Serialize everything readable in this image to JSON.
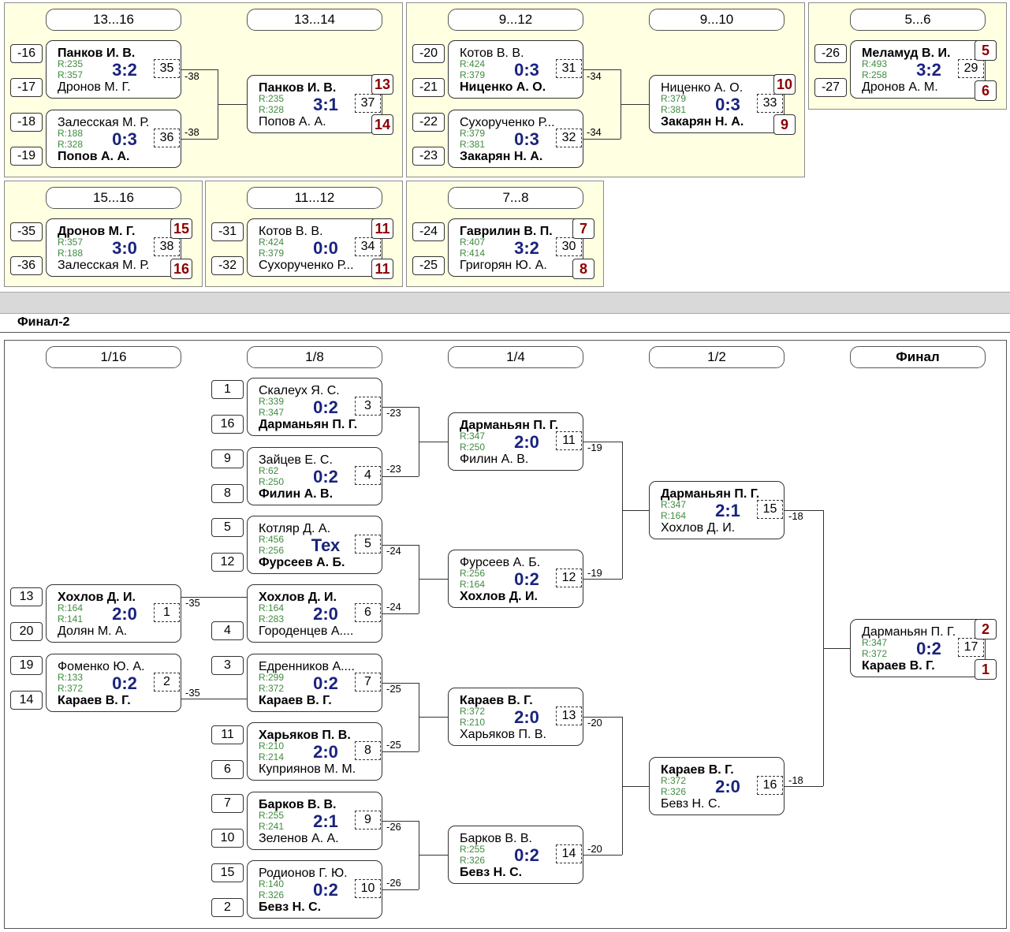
{
  "section_title": "Финал-2",
  "pills": [
    "13...16",
    "13...14",
    "9...12",
    "9...10",
    "5...6",
    "15...16",
    "11...12",
    "7...8",
    "1/16",
    "1/8",
    "1/4",
    "1/2",
    "Финал"
  ],
  "matches": [
    {
      "p1": "Панков И. В.",
      "p1b": true,
      "r1": "R:235",
      "p2": "Дронов М. Г.",
      "p2b": false,
      "r2": "R:357",
      "score": "3:2",
      "num": "35"
    },
    {
      "p1": "Залесская М. Р.",
      "p1b": false,
      "r1": "R:188",
      "p2": "Попов А. А.",
      "p2b": true,
      "r2": "R:328",
      "score": "0:3",
      "num": "36"
    },
    {
      "p1": "Панков И. В.",
      "p1b": true,
      "r1": "R:235",
      "p2": "Попов А. А.",
      "p2b": false,
      "r2": "R:328",
      "score": "3:1",
      "num": "37"
    },
    {
      "p1": "Котов В. В.",
      "p1b": false,
      "r1": "R:424",
      "p2": "Ниценко А. О.",
      "p2b": true,
      "r2": "R:379",
      "score": "0:3",
      "num": "31"
    },
    {
      "p1": "Сухорученко Р...",
      "p1b": false,
      "r1": "R:379",
      "p2": "Закарян Н. А.",
      "p2b": true,
      "r2": "R:381",
      "score": "0:3",
      "num": "32"
    },
    {
      "p1": "Ниценко А. О.",
      "p1b": false,
      "r1": "R:379",
      "p2": "Закарян Н. А.",
      "p2b": true,
      "r2": "R:381",
      "score": "0:3",
      "num": "33"
    },
    {
      "p1": "Меламуд В. И.",
      "p1b": true,
      "r1": "R:493",
      "p2": "Дронов А. М.",
      "p2b": false,
      "r2": "R:258",
      "score": "3:2",
      "num": "29"
    },
    {
      "p1": "Дронов М. Г.",
      "p1b": true,
      "r1": "R:357",
      "p2": "Залесская М. Р.",
      "p2b": false,
      "r2": "R:188",
      "score": "3:0",
      "num": "38"
    },
    {
      "p1": "Котов В. В.",
      "p1b": false,
      "r1": "R:424",
      "p2": "Сухорученко Р...",
      "p2b": false,
      "r2": "R:379",
      "score": "0:0",
      "num": "34"
    },
    {
      "p1": "Гаврилин В. П.",
      "p1b": true,
      "r1": "R:407",
      "p2": "Григорян Ю. А.",
      "p2b": false,
      "r2": "R:414",
      "score": "3:2",
      "num": "30"
    },
    {
      "p1": "Скалеух Я. С.",
      "p1b": false,
      "r1": "R:339",
      "p2": "Дарманьян П. Г.",
      "p2b": true,
      "r2": "R:347",
      "score": "0:2",
      "num": "3"
    },
    {
      "p1": "Зайцев Е. С.",
      "p1b": false,
      "r1": "R:62",
      "p2": "Филин А. В.",
      "p2b": true,
      "r2": "R:250",
      "score": "0:2",
      "num": "4"
    },
    {
      "p1": "Котляр Д. А.",
      "p1b": false,
      "r1": "R:456",
      "p2": "Фурсеев А. Б.",
      "p2b": true,
      "r2": "R:256",
      "score": "Тех",
      "num": "5"
    },
    {
      "p1": "Хохлов Д. И.",
      "p1b": true,
      "r1": "R:164",
      "p2": "Городенцев А....",
      "p2b": false,
      "r2": "R:283",
      "score": "2:0",
      "num": "6"
    },
    {
      "p1": "Едренников А....",
      "p1b": false,
      "r1": "R:299",
      "p2": "Караев В. Г.",
      "p2b": true,
      "r2": "R:372",
      "score": "0:2",
      "num": "7"
    },
    {
      "p1": "Харьяков П. В.",
      "p1b": true,
      "r1": "R:210",
      "p2": "Куприянов М. М.",
      "p2b": false,
      "r2": "R:214",
      "score": "2:0",
      "num": "8"
    },
    {
      "p1": "Барков В. В.",
      "p1b": true,
      "r1": "R:255",
      "p2": "Зеленов А. А.",
      "p2b": false,
      "r2": "R:241",
      "score": "2:1",
      "num": "9"
    },
    {
      "p1": "Родионов Г. Ю.",
      "p1b": false,
      "r1": "R:140",
      "p2": "Бевз Н. С.",
      "p2b": true,
      "r2": "R:326",
      "score": "0:2",
      "num": "10"
    },
    {
      "p1": "Хохлов Д. И.",
      "p1b": true,
      "r1": "R:164",
      "p2": "Долян М. А.",
      "p2b": false,
      "r2": "R:141",
      "score": "2:0",
      "num": "1"
    },
    {
      "p1": "Фоменко Ю. А.",
      "p1b": false,
      "r1": "R:133",
      "p2": "Караев В. Г.",
      "p2b": true,
      "r2": "R:372",
      "score": "0:2",
      "num": "2"
    },
    {
      "p1": "Дарманьян П. Г.",
      "p1b": true,
      "r1": "R:347",
      "p2": "Филин А. В.",
      "p2b": false,
      "r2": "R:250",
      "score": "2:0",
      "num": "11"
    },
    {
      "p1": "Фурсеев А. Б.",
      "p1b": false,
      "r1": "R:256",
      "p2": "Хохлов Д. И.",
      "p2b": true,
      "r2": "R:164",
      "score": "0:2",
      "num": "12"
    },
    {
      "p1": "Караев В. Г.",
      "p1b": true,
      "r1": "R:372",
      "p2": "Харьяков П. В.",
      "p2b": false,
      "r2": "R:210",
      "score": "2:0",
      "num": "13"
    },
    {
      "p1": "Барков В. В.",
      "p1b": false,
      "r1": "R:255",
      "p2": "Бевз Н. С.",
      "p2b": true,
      "r2": "R:326",
      "score": "0:2",
      "num": "14"
    },
    {
      "p1": "Дарманьян П. Г.",
      "p1b": true,
      "r1": "R:347",
      "p2": "Хохлов Д. И.",
      "p2b": false,
      "r2": "R:164",
      "score": "2:1",
      "num": "15"
    },
    {
      "p1": "Караев В. Г.",
      "p1b": true,
      "r1": "R:372",
      "p2": "Бевз Н. С.",
      "p2b": false,
      "r2": "R:326",
      "score": "2:0",
      "num": "16"
    },
    {
      "p1": "Дарманьян П. Г.",
      "p1b": false,
      "r1": "R:347",
      "p2": "Караев В. Г.",
      "p2b": true,
      "r2": "R:372",
      "score": "0:2",
      "num": "17"
    }
  ],
  "seeds": [
    "-16",
    "-17",
    "-18",
    "-19",
    "-20",
    "-21",
    "-22",
    "-23",
    "-26",
    "-27",
    "-35",
    "-36",
    "-31",
    "-32",
    "-24",
    "-25",
    "1",
    "16",
    "9",
    "8",
    "5",
    "12",
    "4",
    "3",
    "11",
    "6",
    "7",
    "10",
    "15",
    "2",
    "13",
    "20",
    "19",
    "14"
  ],
  "places": [
    "13",
    "14",
    "10",
    "9",
    "5",
    "6",
    "15",
    "16",
    "11",
    "11",
    "7",
    "8",
    "2",
    "1"
  ],
  "labels": [
    "-38",
    "-38",
    "-34",
    "-34",
    "-23",
    "-23",
    "-24",
    "-24",
    "-35",
    "-35",
    "-25",
    "-25",
    "-26",
    "-26",
    "-19",
    "-19",
    "-20",
    "-20",
    "-18",
    "-18"
  ]
}
